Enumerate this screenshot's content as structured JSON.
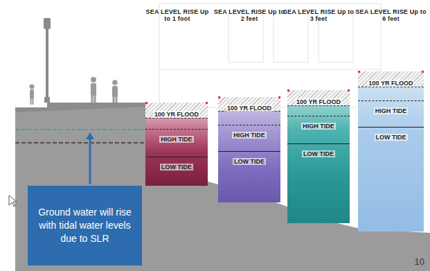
{
  "diagram": {
    "nodes": [
      {
        "text": [
          "SEA LEVEL RISE Up to 1 foot",
          "100 YR FLOOD",
          "HIGH TIDE",
          "LOW TIDE"
        ]
      },
      {
        "text": [
          "SEA LEVEL RISE Up to 2 feet",
          "100 YR FLOOD",
          "HIGH TIDE",
          "LOW TIDE"
        ]
      },
      {
        "text": [
          "SEA LEVEL RISE Up to 3 feet",
          "100 YR FLOOD",
          "HIGH TIDE",
          "LOW TIDE"
        ]
      },
      {
        "text": [
          "SEA LEVEL RISE Up to 6 feet",
          "100 YR FLOOD",
          "HIGH TIDE",
          "LOW TIDE"
        ]
      },
      {
        "text": [
          "Ground water will rise with tidal water levels due to SLR"
        ]
      }
    ],
    "edges": [],
    "labels": [
      "10"
    ]
  }
}
